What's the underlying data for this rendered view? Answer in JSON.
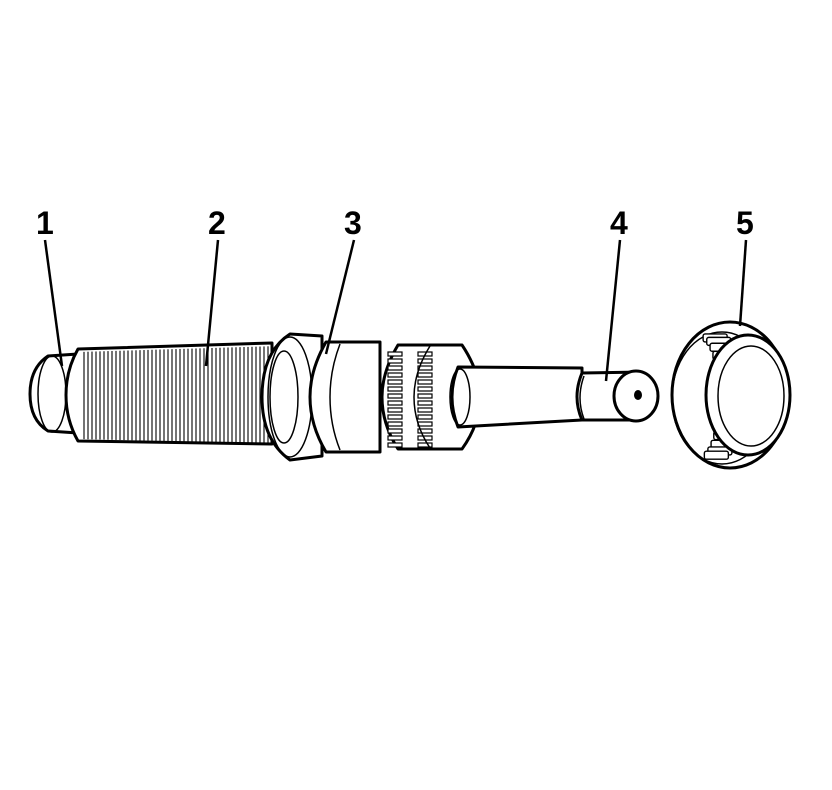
{
  "callouts": [
    {
      "id": "1",
      "label": "1"
    },
    {
      "id": "2",
      "label": "2"
    },
    {
      "id": "3",
      "label": "3"
    },
    {
      "id": "4",
      "label": "4"
    },
    {
      "id": "5",
      "label": "5"
    }
  ],
  "colors": {
    "background": "#ffffff",
    "line": "#000000"
  }
}
